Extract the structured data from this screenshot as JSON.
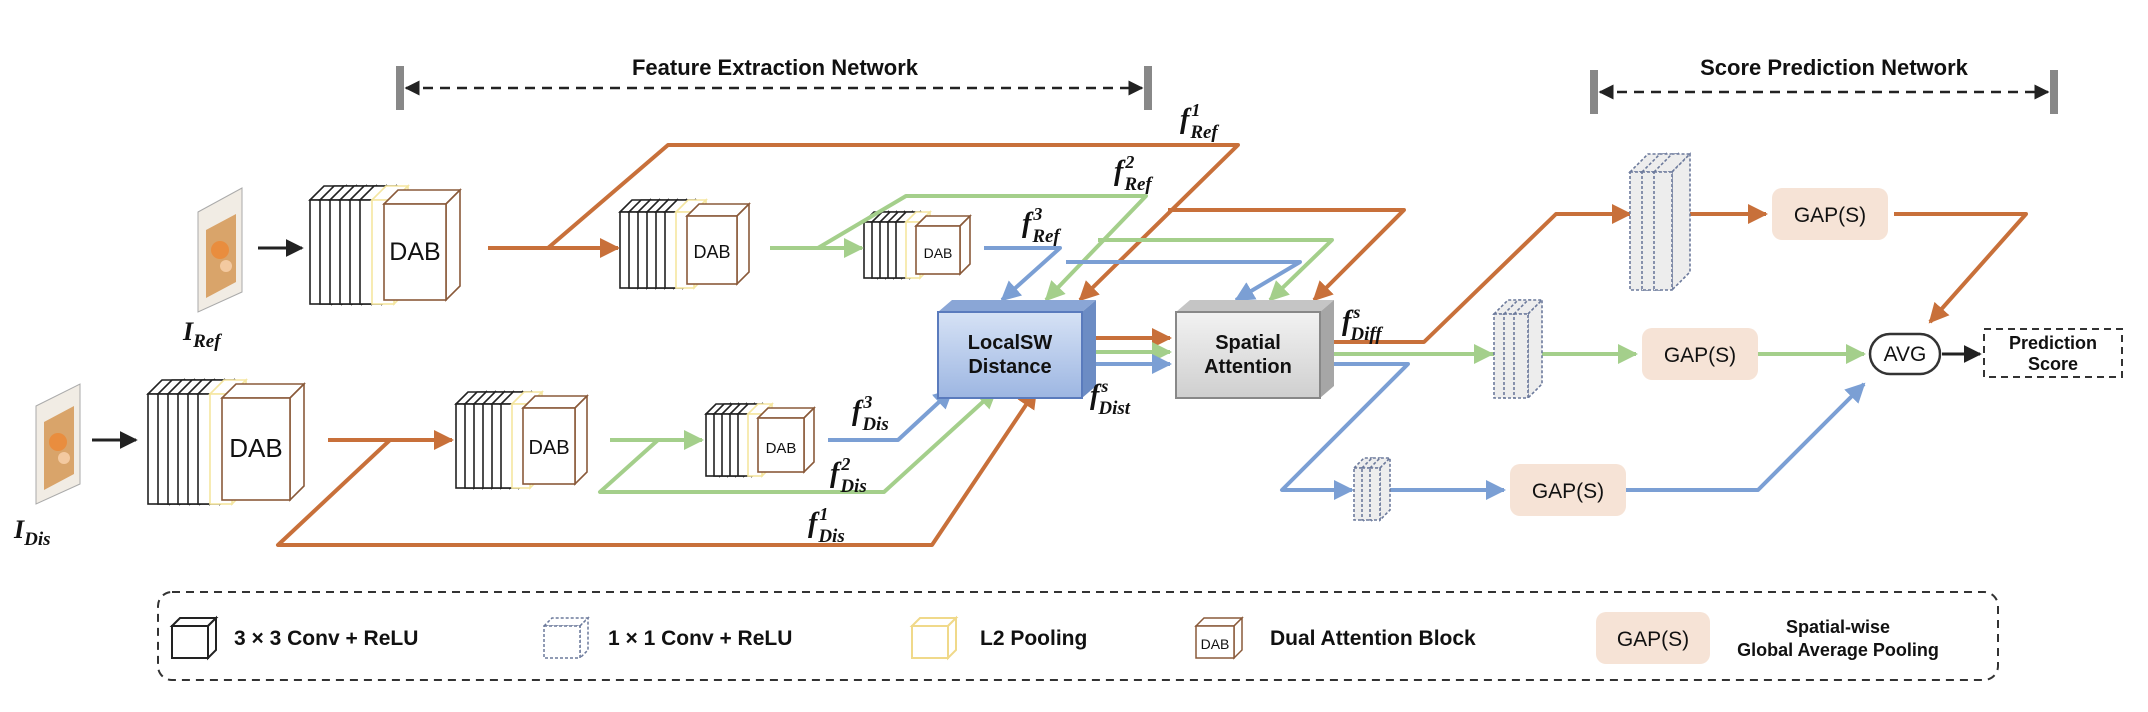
{
  "headers": {
    "feature_extraction": "Feature Extraction Network",
    "score_prediction": "Score Prediction Network"
  },
  "inputs": {
    "ref_base": "I",
    "ref_sub": "Ref",
    "dis_base": "I",
    "dis_sub": "Dis"
  },
  "blocks": {
    "dab": "DAB",
    "localsw_line1": "LocalSW",
    "localsw_line2": "Distance",
    "spatial_line1": "Spatial",
    "spatial_line2": "Attention",
    "gap": "GAP(S)",
    "avg": "AVG",
    "prediction_line1": "Prediction",
    "prediction_line2": "Score"
  },
  "features": {
    "f_ref_1": {
      "base": "f",
      "sup": "1",
      "sub": "Ref"
    },
    "f_ref_2": {
      "base": "f",
      "sup": "2",
      "sub": "Ref"
    },
    "f_ref_3": {
      "base": "f",
      "sup": "3",
      "sub": "Ref"
    },
    "f_dis_1": {
      "base": "f",
      "sup": "1",
      "sub": "Dis"
    },
    "f_dis_2": {
      "base": "f",
      "sup": "2",
      "sub": "Dis"
    },
    "f_dis_3": {
      "base": "f",
      "sup": "3",
      "sub": "Dis"
    },
    "f_dist_s": {
      "base": "f",
      "sup": "s",
      "sub": "Dist"
    },
    "f_diff_s": {
      "base": "f",
      "sup": "s",
      "sub": "Diff"
    }
  },
  "legend": {
    "conv3": "3 × 3 Conv + ReLU",
    "conv1": "1 × 1 Conv + ReLU",
    "l2pool": "L2 Pooling",
    "dab_icon": "DAB",
    "dab_label": "Dual Attention Block",
    "gap_icon": "GAP(S)",
    "gap_label_line1": "Spatial-wise",
    "gap_label_line2": "Global Average Pooling"
  },
  "colors": {
    "orange": "#c8703a",
    "green": "#a4cf8b",
    "blue": "#7b9fd4",
    "gap_fill": "#f6e3d6",
    "localsw_fill": "#b8ccec",
    "spatial_fill": "#dedede",
    "l2pool": "#f5e6a0"
  }
}
